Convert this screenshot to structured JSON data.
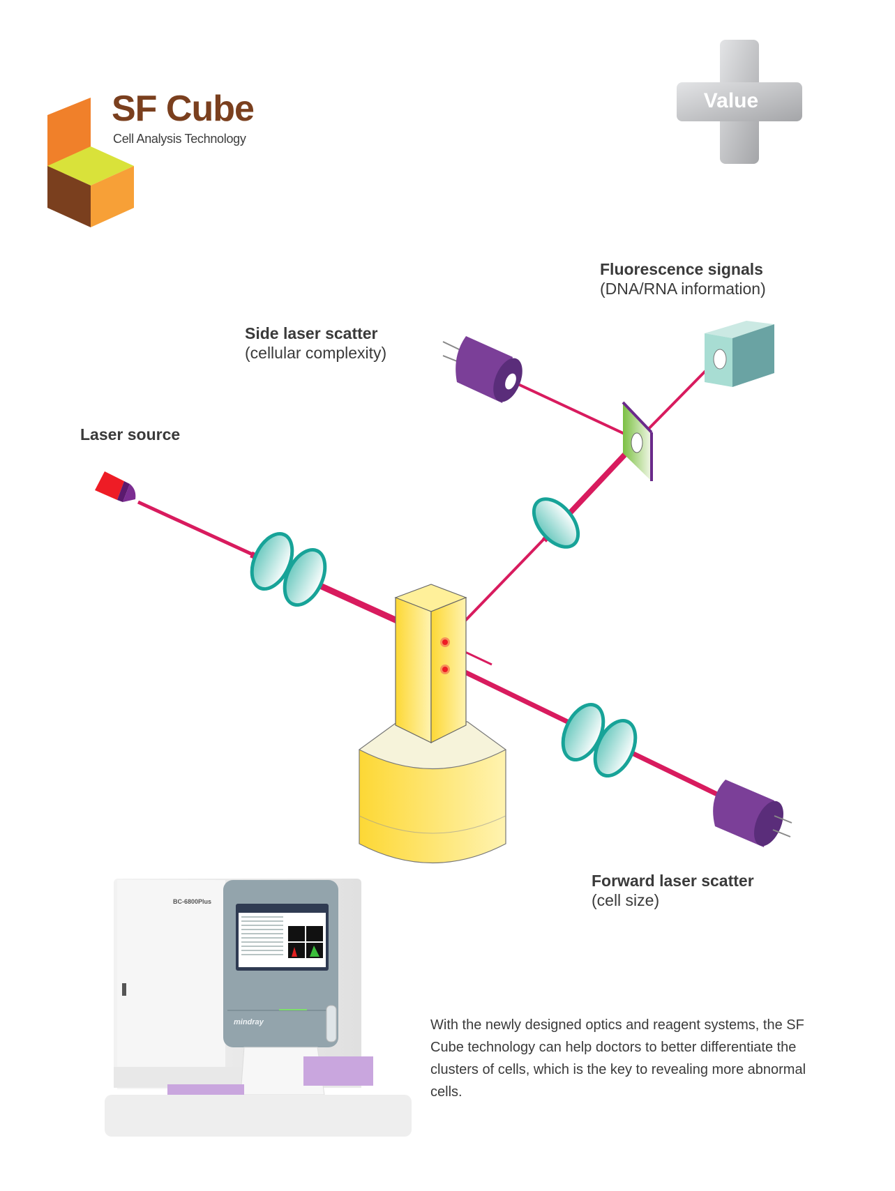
{
  "logo": {
    "title": "SF Cube",
    "subtitle": "Cell Analysis Technology",
    "colors": {
      "brown": "#7a3f1e",
      "orange": "#f0802a",
      "light_orange": "#f7a037",
      "lime": "#d9e23a"
    }
  },
  "badge": {
    "label": "Value",
    "icon": "plus-cross-icon",
    "color": "#b9babd"
  },
  "diagram": {
    "labels": {
      "fluorescence": {
        "title": "Fluorescence signals",
        "subtitle": "(DNA/RNA information)"
      },
      "side_scatter": {
        "title": "Side laser scatter",
        "subtitle": "(cellular complexity)"
      },
      "laser_source": {
        "title": "Laser source"
      },
      "forward_scatter": {
        "title": "Forward laser scatter",
        "subtitle": "(cell size)"
      }
    },
    "colors": {
      "beam": "#d81b5e",
      "lens_rim": "#17a398",
      "detector": "#7b3f98",
      "flow_cell": "#fde070",
      "fluorescence_box": "#a8ddd3",
      "filter": "#7bc043"
    }
  },
  "device": {
    "model": "BC-6800Plus",
    "brand": "mindray"
  },
  "description": "With the newly designed optics and reagent systems, the SF Cube technology can help doctors to better differentiate the clusters of cells, which is the key to revealing more abnormal cells."
}
